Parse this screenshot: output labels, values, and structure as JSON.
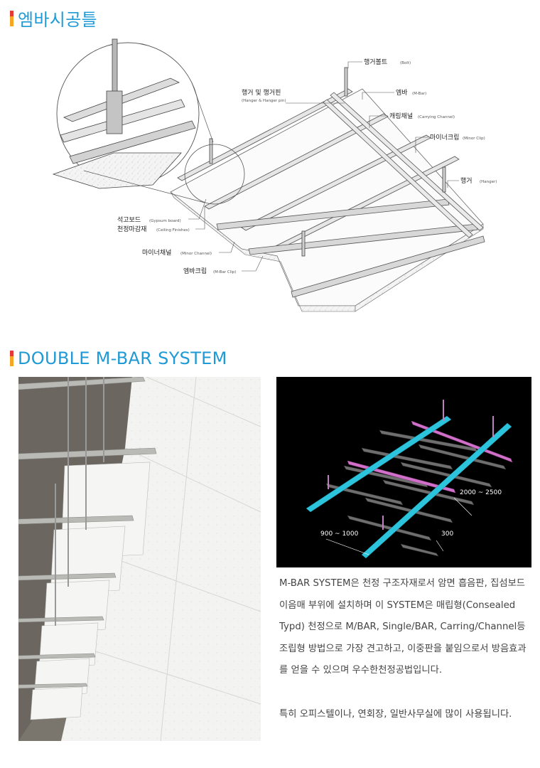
{
  "section1": {
    "title": "엠바시공틀"
  },
  "diagram": {
    "labels": [
      {
        "ko": "행거볼트",
        "en": "(Bolt)"
      },
      {
        "ko": "행거 및 행거핀",
        "en": "(Hanger & Hanger pin)"
      },
      {
        "ko": "엠바",
        "en": "(M-Bar)"
      },
      {
        "ko": "캐링채널",
        "en": "(Carrying Channel)"
      },
      {
        "ko": "마이너크립",
        "en": "(Minor Clip)"
      },
      {
        "ko": "행거",
        "en": "(Hanger)"
      },
      {
        "ko": "석고보드",
        "en": "(Gypsum board)"
      },
      {
        "ko": "천정마감재",
        "en": "(Ceiling Finishes)"
      },
      {
        "ko": "마이너채널",
        "en": "(Minor Channel)"
      },
      {
        "ko": "엠바크립",
        "en": "(M-Bar Clip)"
      }
    ]
  },
  "section2": {
    "title": "DOUBLE M-BAR SYSTEM"
  },
  "render": {
    "dim1": "2000 ~ 2500",
    "dim2": "900 ~ 1000",
    "dim3": "300"
  },
  "description": {
    "paragraph1": "M-BAR SYSTEM은 천정 구조자재로서 암면 흡음판, 집섬보드 이음매 부위에 설치하며 이 SYSTEM은 매립형(Consealed Typd) 천정으로 M/BAR, Single/BAR, Carring/Channel등 조립형 방법으로 가장 견고하고, 이중판을 붙임으로서 방음효과를 얻을 수 있으며 우수한천정공법입니다.",
    "paragraph2": "특히 오피스텔이나, 연회장, 일반사무실에 많이 사용됩니다."
  },
  "colors": {
    "title": "#1e9ad6",
    "bar_red": "#e53935",
    "bar_orange": "#f5a623",
    "m_bar_cyan": "#2cc4dc",
    "channel_pink": "#d070c8"
  }
}
